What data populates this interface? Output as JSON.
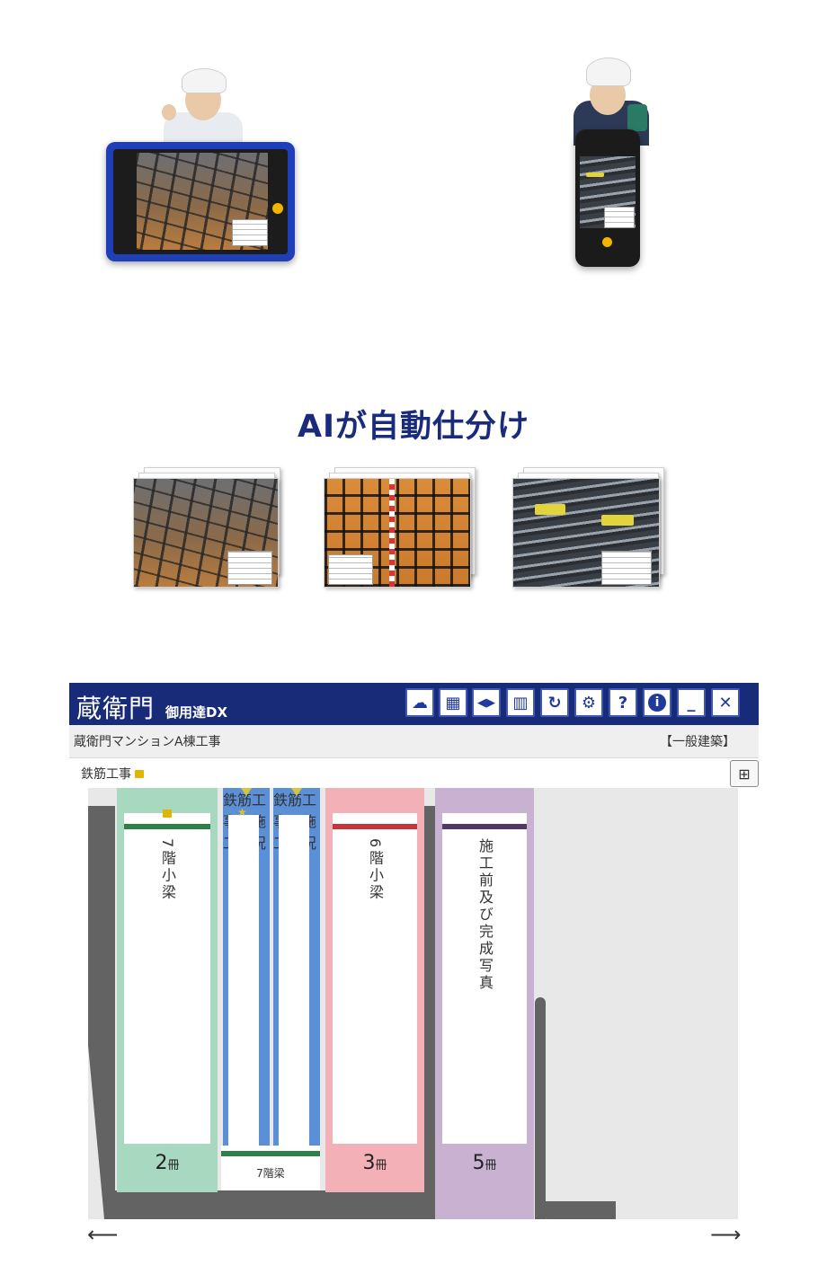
{
  "heading": "AIが自動仕分け",
  "app": {
    "logo": "蔵衛門",
    "logo_sub": "御用達DX",
    "toolbar": [
      {
        "name": "cloud-download-button",
        "icon": "cloud-download-icon",
        "glyph": "☁"
      },
      {
        "name": "board-button",
        "icon": "blackboard-icon",
        "glyph": "▦"
      },
      {
        "name": "split-view-button",
        "icon": "split-arrows-icon",
        "glyph": "◀▶"
      },
      {
        "name": "building-info-button",
        "icon": "building-info-icon",
        "glyph": "▥"
      },
      {
        "name": "sync-button",
        "icon": "sync-icon",
        "glyph": "↻"
      },
      {
        "name": "settings-button",
        "icon": "gear-icon",
        "glyph": "⚙"
      },
      {
        "name": "help-button",
        "icon": "help-icon",
        "glyph": "?"
      },
      {
        "name": "info-button",
        "icon": "info-icon",
        "glyph": "i"
      },
      {
        "name": "minimize-button",
        "icon": "minimize-icon",
        "glyph": "_"
      },
      {
        "name": "close-button",
        "icon": "close-icon",
        "glyph": "✕"
      }
    ],
    "project_name": "蔵衛門マンションA棟工事",
    "category": "【一般建築】",
    "breadcrumb": "鉄筋工事",
    "binders": [
      {
        "title": "7階小梁",
        "count": "2",
        "unit": "冊",
        "color": "#a8d8bf",
        "stripe": "#2c8048"
      },
      {
        "title": "鉄筋工事－施工状況",
        "color": "#5b8fd6"
      },
      {
        "title": "鉄筋工事－施工状況",
        "color": "#5b8fd6"
      },
      {
        "title": "6階小梁",
        "count": "3",
        "unit": "冊",
        "color": "#f3b0b7",
        "stripe": "#c7343c"
      },
      {
        "title": "施工前及び完成写真",
        "count": "5",
        "unit": "冊",
        "color": "#c9b1d2",
        "stripe": "#553766"
      }
    ],
    "bottom_label": "7階梁"
  }
}
